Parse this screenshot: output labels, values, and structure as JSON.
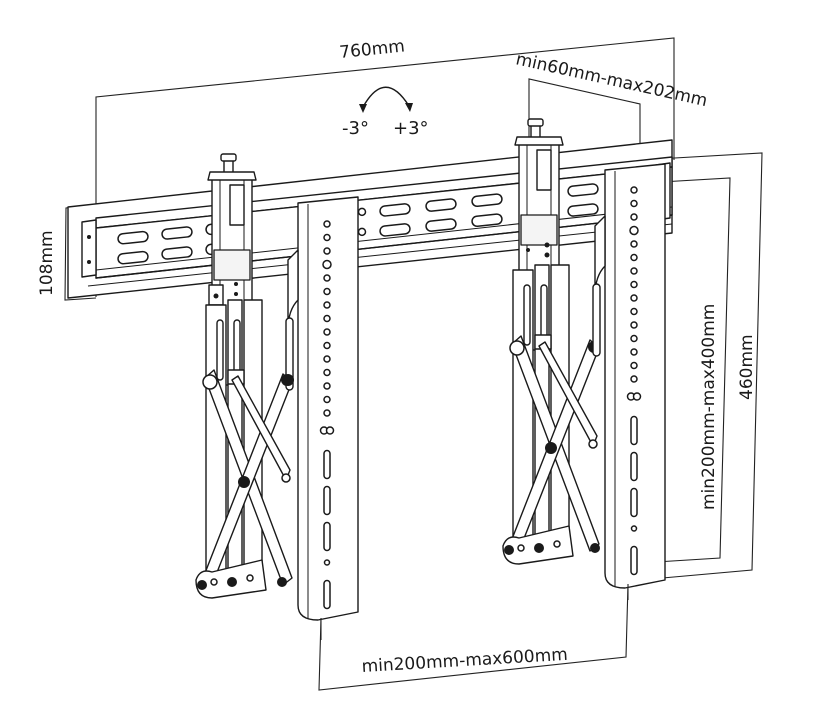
{
  "diagram": {
    "subject": "Pop-out video wall mount with scissor arms",
    "dimensions": {
      "rail_width": "760mm",
      "rail_height": "108mm",
      "arm_adjust": "min60mm-max202mm",
      "vertical_plate_range": "min200mm-max400mm",
      "plate_height": "460mm",
      "horizontal_spacing": "min200mm-max600mm"
    },
    "tilt": {
      "minus": "-3°",
      "plus": "+3°"
    },
    "colors": {
      "line": "#1a1a1a",
      "background": "#ffffff"
    }
  }
}
